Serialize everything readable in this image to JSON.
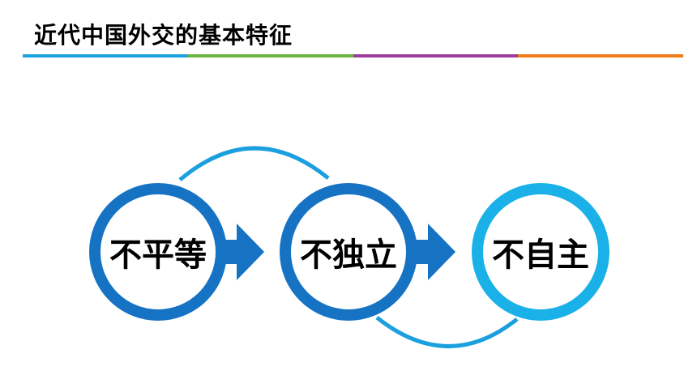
{
  "title": "近代中国外交的基本特征",
  "colors": {
    "bar": [
      "#1aa3de",
      "#6db33f",
      "#9d3d9b",
      "#ef7d1a"
    ],
    "dark_blue": "#1673c4",
    "light_blue": "#1ab1e8",
    "arc_blue": "#1a9fdf"
  },
  "nodes": [
    {
      "label": "不平等",
      "style": "dark"
    },
    {
      "label": "不独立",
      "style": "dark"
    },
    {
      "label": "不自主",
      "style": "light"
    }
  ]
}
